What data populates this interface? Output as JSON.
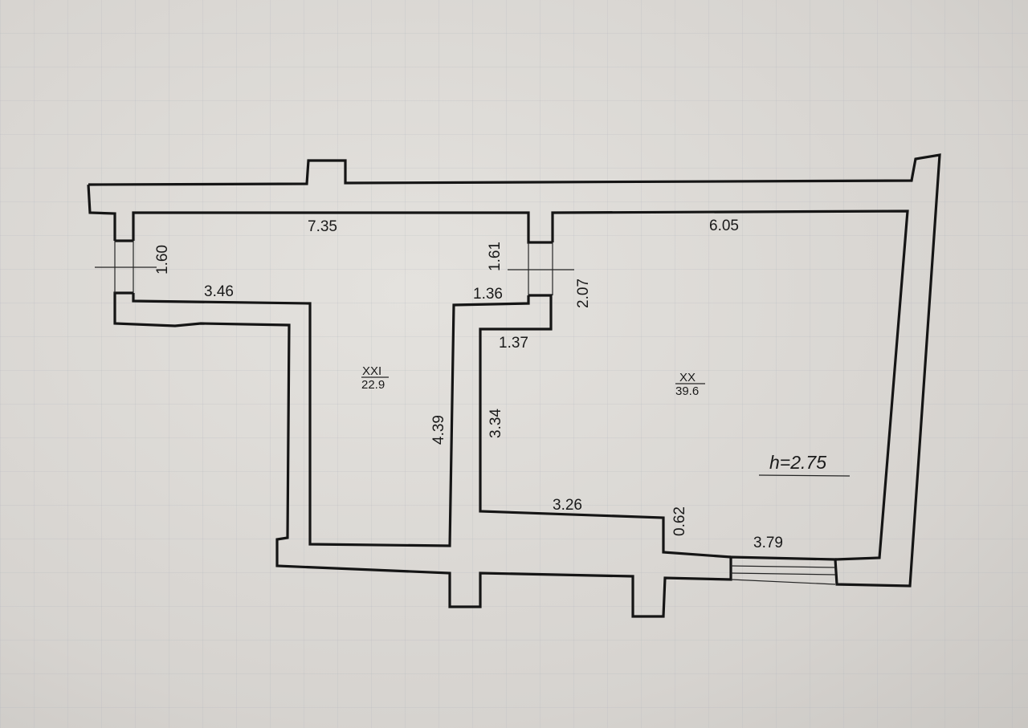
{
  "plan": {
    "rooms": [
      {
        "number": "XXI",
        "area": "22.9"
      },
      {
        "number": "XX",
        "area": "39.6"
      }
    ],
    "dimensions": {
      "top_left_length": "7.35",
      "top_right_length": "6.05",
      "left_window_height": "1.60",
      "left_lower_width": "3.46",
      "middle_opening": "1.61",
      "middle_lower": "1.36",
      "right_side_height": "2.07",
      "niche_width": "1.37",
      "corridor_left": "4.39",
      "corridor_right": "3.34",
      "bottom_width": "3.26",
      "step_height": "0.62",
      "entrance_width": "3.79"
    },
    "ceiling_height": "h=2.75"
  }
}
